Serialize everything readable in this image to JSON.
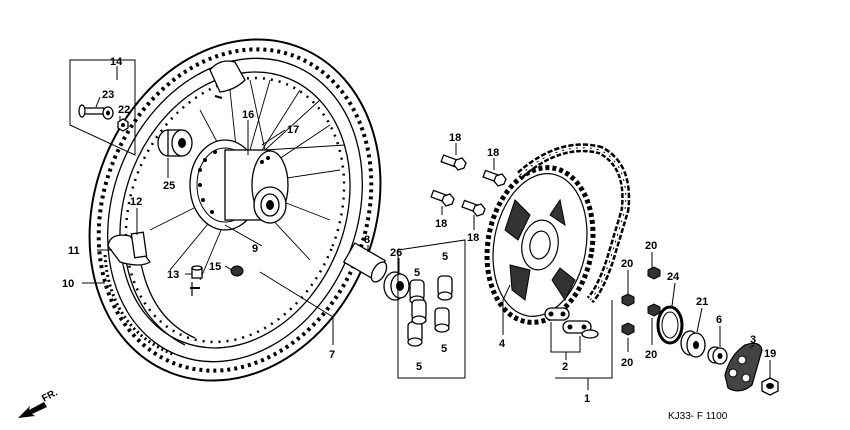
{
  "diagram": {
    "code": "KJ33- F 1100",
    "direction": "FR.",
    "callouts": {
      "c1": "1",
      "c2": "2",
      "c3": "3",
      "c4": "4",
      "c5a": "5",
      "c5b": "5",
      "c5c": "5",
      "c5d": "5",
      "c6": "6",
      "c7": "7",
      "c8": "8",
      "c9": "9",
      "c10": "10",
      "c11": "11",
      "c12": "12",
      "c13": "13",
      "c14": "14",
      "c15": "15",
      "c16": "16",
      "c17": "17",
      "c18a": "18",
      "c18b": "18",
      "c18c": "18",
      "c18d": "18",
      "c19": "19",
      "c20a": "20",
      "c20b": "20",
      "c20c": "20",
      "c20d": "20",
      "c21": "21",
      "c22": "22",
      "c23": "23",
      "c24": "24",
      "c25": "25",
      "c26": "26"
    }
  }
}
